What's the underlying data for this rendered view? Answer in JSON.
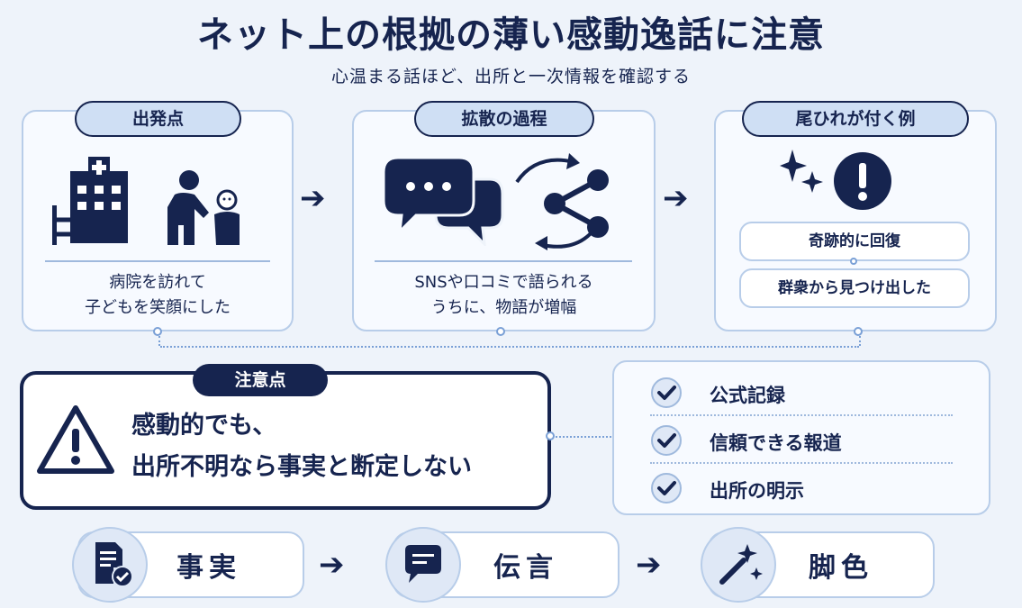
{
  "header": {
    "title": "ネット上の根拠の薄い感動逸話に注意",
    "subtitle": "心温まる話ほど、出所と一次情報を確認する"
  },
  "stages": [
    {
      "label": "出発点",
      "caption_line1": "病院を訪れて",
      "caption_line2": "子どもを笑顔にした"
    },
    {
      "label": "拡散の過程",
      "caption_line1": "SNSや口コミで語られる",
      "caption_line2": "うちに、物語が増幅"
    },
    {
      "label": "尾ひれが付く例",
      "examples": [
        "奇跡的に回復",
        "群衆から見つけ出した"
      ]
    }
  ],
  "caution": {
    "label": "注意点",
    "line1": "感動的でも、",
    "line2": "出所不明なら事実と断定しない"
  },
  "checks": [
    "公式記録",
    "信頼できる報道",
    "出所の明示"
  ],
  "flow": [
    "事実",
    "伝言",
    "脚色"
  ],
  "colors": {
    "navy": "#16244f",
    "light_blue": "#cfdff4",
    "border_blue": "#b8cde9",
    "background": "#eef3fa"
  },
  "icons": [
    "hospital-icon",
    "person-with-child-icon",
    "chat-bubbles-icon",
    "share-icon",
    "cycle-arrows-icon",
    "sparkle-icon",
    "exclamation-icon",
    "warning-icon",
    "check-icon",
    "document-check-icon",
    "speech-bubble-icon",
    "magic-wand-icon",
    "arrow-right-icon"
  ]
}
